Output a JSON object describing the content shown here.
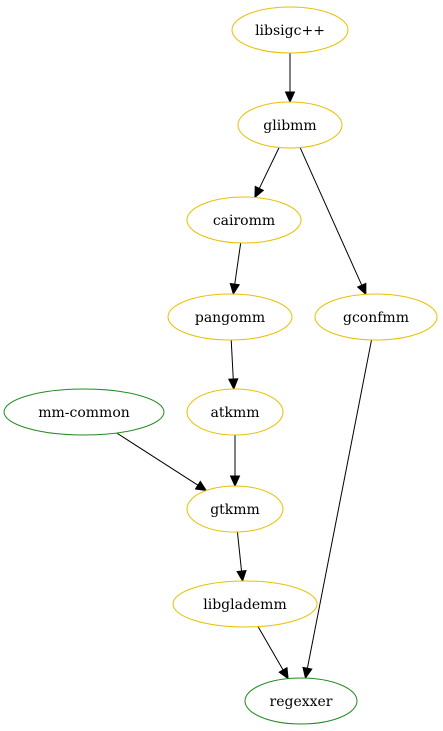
{
  "colors": {
    "node_yellow": "#e8c000",
    "node_green": "#228b22",
    "edge": "#000000"
  },
  "nodes": [
    {
      "id": "libsigc",
      "label": "libsigc++",
      "color": "yellow"
    },
    {
      "id": "glibmm",
      "label": "glibmm",
      "color": "yellow"
    },
    {
      "id": "cairomm",
      "label": "cairomm",
      "color": "yellow"
    },
    {
      "id": "pangomm",
      "label": "pangomm",
      "color": "yellow"
    },
    {
      "id": "gconfmm",
      "label": "gconfmm",
      "color": "yellow"
    },
    {
      "id": "mmcommon",
      "label": "mm-common",
      "color": "green"
    },
    {
      "id": "atkmm",
      "label": "atkmm",
      "color": "yellow"
    },
    {
      "id": "gtkmm",
      "label": "gtkmm",
      "color": "yellow"
    },
    {
      "id": "libglademm",
      "label": "libglademm",
      "color": "yellow"
    },
    {
      "id": "regexxer",
      "label": "regexxer",
      "color": "green"
    }
  ],
  "edges": [
    {
      "from": "libsigc",
      "to": "glibmm"
    },
    {
      "from": "glibmm",
      "to": "cairomm"
    },
    {
      "from": "glibmm",
      "to": "gconfmm"
    },
    {
      "from": "cairomm",
      "to": "pangomm"
    },
    {
      "from": "pangomm",
      "to": "atkmm"
    },
    {
      "from": "atkmm",
      "to": "gtkmm"
    },
    {
      "from": "mmcommon",
      "to": "gtkmm"
    },
    {
      "from": "gtkmm",
      "to": "libglademm"
    },
    {
      "from": "libglademm",
      "to": "regexxer"
    },
    {
      "from": "gconfmm",
      "to": "regexxer"
    }
  ]
}
